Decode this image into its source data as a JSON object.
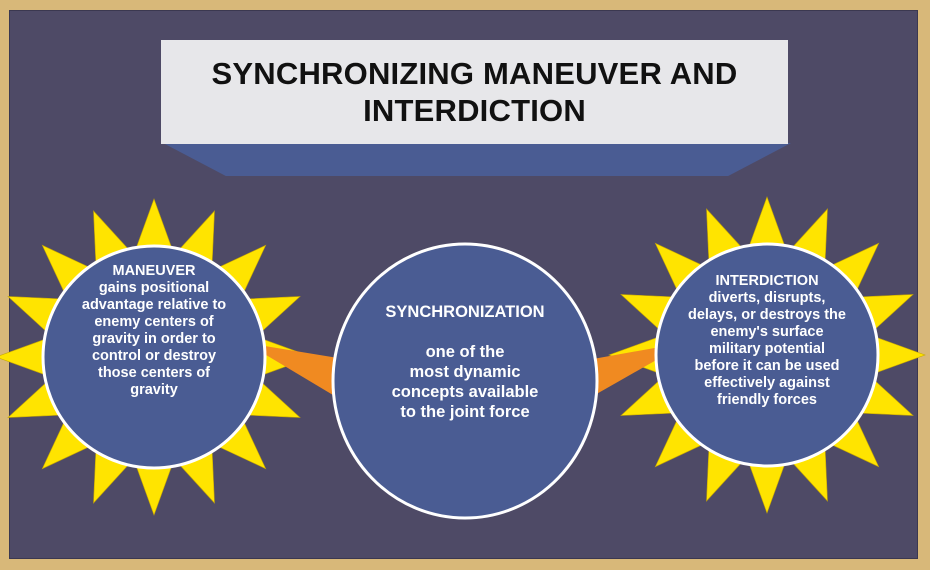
{
  "title": {
    "line1": "SYNCHRONIZING MANEUVER AND",
    "line2": "INTERDICTION"
  },
  "maneuver": {
    "heading": "MANEUVER",
    "lines": [
      "gains positional",
      "advantage relative to",
      "enemy centers of",
      "gravity in order to",
      "control or destroy",
      "those centers of",
      "gravity"
    ]
  },
  "synchronization": {
    "heading": "SYNCHRONIZATION",
    "lines": [
      "one of the",
      "most dynamic",
      "concepts available",
      "to the joint force"
    ]
  },
  "interdiction": {
    "heading": "INTERDICTION",
    "lines": [
      "diverts, disrupts,",
      "delays, or destroys the",
      "enemy's surface",
      "military potential",
      "before it can be used",
      "effectively against",
      "friendly forces"
    ]
  },
  "colors": {
    "background": "#4e4a66",
    "frame": "#d8b879",
    "circle_fill": "#4a5c93",
    "sun_rays": "#ffe400",
    "connector": "#f08a21",
    "title_box": "#e7e7ea"
  }
}
